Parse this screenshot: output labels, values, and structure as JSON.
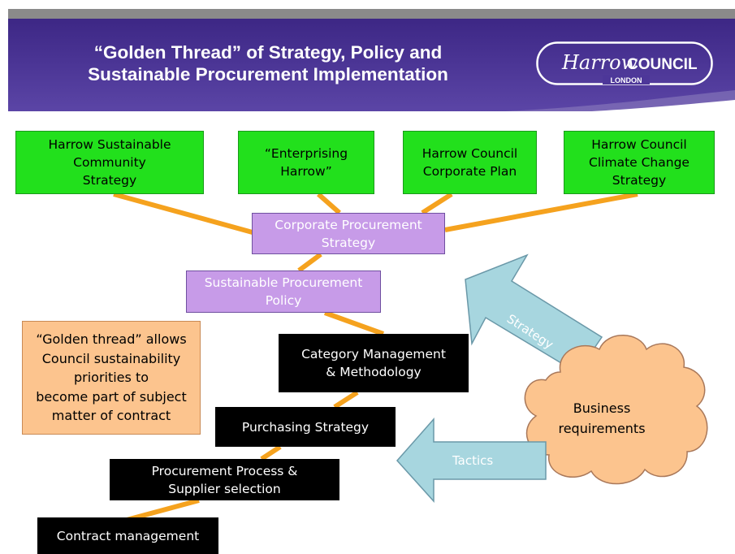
{
  "title": {
    "line1": "“Golden Thread” of Strategy, Policy and",
    "line2": "Sustainable Procurement Implementation"
  },
  "logo": {
    "script_text": "Harrow",
    "word_text": "COUNCIL",
    "sub_text": "LONDON"
  },
  "top_boxes": [
    {
      "lines": [
        "Harrow Sustainable",
        "Community",
        "Strategy"
      ]
    },
    {
      "lines": [
        "“Enterprising",
        "Harrow”"
      ]
    },
    {
      "lines": [
        "Harrow Council",
        "Corporate Plan"
      ]
    },
    {
      "lines": [
        "Harrow Council",
        "Climate Change",
        "Strategy"
      ]
    }
  ],
  "corporate_procurement": {
    "lines": [
      "Corporate Procurement",
      "Strategy"
    ]
  },
  "sustainable_policy": {
    "lines": [
      "Sustainable Procurement",
      "Policy"
    ]
  },
  "category_management": {
    "lines": [
      "Category Management",
      "& Methodology"
    ]
  },
  "purchasing_strategy": {
    "lines": [
      "Purchasing Strategy"
    ]
  },
  "procurement_process": {
    "lines": [
      "Procurement Process &",
      "Supplier selection"
    ]
  },
  "contract_management": {
    "lines": [
      "Contract management"
    ]
  },
  "golden_thread_note": {
    "lines": [
      "“Golden thread” allows",
      "Council sustainability",
      "priorities to",
      "become part of subject",
      "matter of contract"
    ]
  },
  "business_requirements": {
    "lines": [
      "Business",
      "requirements"
    ]
  },
  "arrows": {
    "strategy_label": "Strategy",
    "tactics_label": "Tactics"
  },
  "colors": {
    "header": "#45308f",
    "green_box": "#22e01c",
    "purple_box": "#c79be8",
    "peach": "#fcc48e",
    "connector": "#f5a21e",
    "arrow_fill": "#a7d6df"
  }
}
